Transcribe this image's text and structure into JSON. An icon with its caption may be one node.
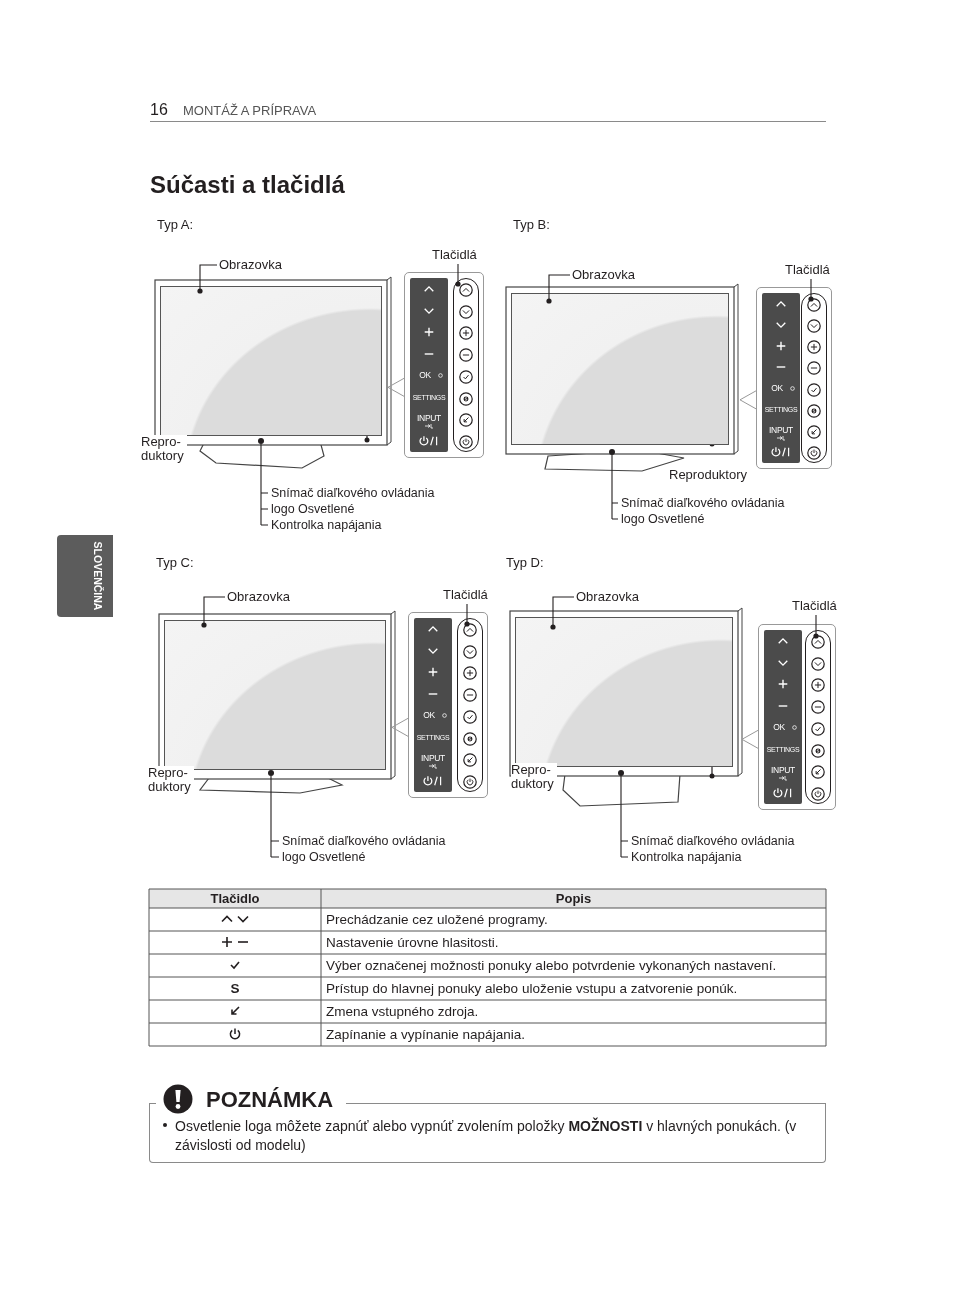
{
  "diagram": {
    "title": "Súčasti a tlačidlá",
    "nodes": [
      {
        "text": [
          "Obrazovka"
        ]
      },
      {
        "text": [],
        "shape": "box"
      },
      {
        "text": [
          "Tlačidlá"
        ]
      },
      {
        "text": [
          "OK",
          "SETTINGS",
          "INPUT"
        ]
      },
      {
        "text": [
          "Snímač diaľkového ovládania",
          "logo Osvetlené",
          "Kontrolka napájania"
        ]
      },
      {
        "text": [],
        "shape": "circle"
      },
      {
        "text": [
          "Obrazovka"
        ]
      },
      {
        "text": [],
        "shape": "box"
      },
      {
        "text": [
          "Tlačidlá"
        ]
      },
      {
        "text": [
          "OK",
          "SETTINGS",
          "INPUT"
        ]
      },
      {
        "text": [
          "Snímač diaľkového ovládania",
          "logo Osvetlené"
        ]
      },
      {
        "text": [],
        "shape": "circle"
      },
      {
        "text": [
          "Obrazovka"
        ]
      },
      {
        "text": [],
        "shape": "box"
      },
      {
        "text": [
          "Tlačidlá"
        ]
      },
      {
        "text": [
          "OK",
          "SETTINGS",
          "INPUT"
        ]
      },
      {
        "text": [
          "Snímač diaľkového ovládania",
          "logo Osvetlené"
        ]
      },
      {
        "text": [],
        "shape": "circle"
      },
      {
        "text": [
          "Obrazovka"
        ]
      },
      {
        "text": [],
        "shape": "box"
      },
      {
        "text": [
          "Tlačidlá"
        ]
      },
      {
        "text": [
          "OK",
          "SETTINGS",
          "INPUT"
        ]
      },
      {
        "text": [
          "Snímač diaľkového ovládania",
          "Kontrolka napájania"
        ]
      },
      {
        "text": [],
        "shape": "circle"
      },
      {
        "text": [
          "POZNÁMKA",
          "Osvetlenie loga môžete zapnúť alebo vypnúť zvolením položky **MOŽNOSTI** v hlavných ponukách. (v závislosti od modelu)"
        ]
      }
    ],
    "edges": [
      {
        "from": 0,
        "to": 1,
        "arrow": "other"
      },
      {
        "from": 2,
        "to": 3,
        "arrow": "other"
      },
      {
        "from": 4,
        "to": 5,
        "arrow": "none"
      },
      {
        "from": 6,
        "to": 7,
        "arrow": "other"
      },
      {
        "from": 8,
        "to": 9,
        "arrow": "other"
      },
      {
        "from": 10,
        "to": 11,
        "arrow": "none"
      },
      {
        "from": 12,
        "to": 13,
        "arrow": "other"
      },
      {
        "from": 14,
        "to": 15,
        "arrow": "other"
      },
      {
        "from": 16,
        "to": 17,
        "arrow": "none"
      },
      {
        "from": 18,
        "to": 19,
        "arrow": "other"
      },
      {
        "from": 20,
        "to": 21,
        "arrow": "other"
      },
      {
        "from": 22,
        "to": 23,
        "arrow": "none"
      }
    ],
    "labels": [
      "16",
      "MONTÁŽ A PRÍPRAVA",
      "Typ A:",
      "Typ B:",
      "Repro- duktory",
      "Reproduktory",
      "SLOVENČINA",
      "Typ C:",
      "Typ D:",
      "Repro- duktory",
      "Repro- duktory",
      "Tlačidlo",
      "Popis",
      "Prechádzanie cez uložené programy.",
      "Nastavenie úrovne hlasitosti.",
      "Výber označenej možnosti ponuky alebo potvrdenie vykonaných nastavení.",
      "S",
      "Prístup do hlavnej ponuky alebo uloženie vstupu a zatvorenie ponúk.",
      "Zmena vstupného zdroja.",
      "Zapínanie a vypínanie napájania."
    ]
  }
}
